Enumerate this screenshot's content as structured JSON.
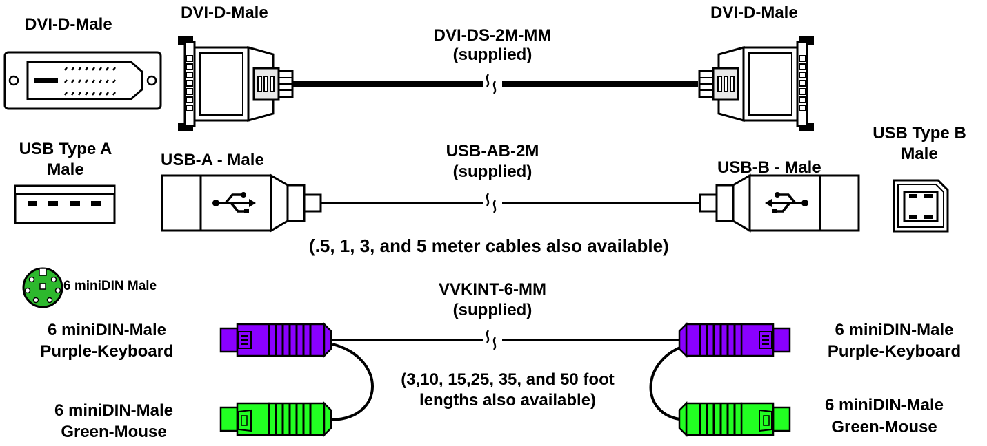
{
  "colors": {
    "background": "#ffffff",
    "line": "#000000",
    "connector_body": "#e8e8e8",
    "keyboard_purple": "#8a00ff",
    "mouse_green": "#22ff22",
    "port_green": "#2db82d"
  },
  "dvi": {
    "port_label": "DVI-D-Male",
    "left_label": "DVI-D-Male",
    "right_label": "DVI-D-Male",
    "cable_name": "DVI-DS-2M-MM",
    "cable_note": "(supplied)"
  },
  "usb": {
    "type_a_label_line1": "USB Type A",
    "type_a_label_line2": "Male",
    "type_b_label_line1": "USB Type B",
    "type_b_label_line2": "Male",
    "left_label": "USB-A - Male",
    "right_label": "USB-B - Male",
    "cable_name": "USB-AB-2M",
    "cable_note": "(supplied)",
    "lengths_note": "(.5, 1,  3, and 5 meter cables also available)"
  },
  "minidin": {
    "port_label": "6 miniDIN Male",
    "cable_name": "VVKINT-6-MM",
    "cable_note": "(supplied)",
    "left_keyboard_line1": "6 miniDIN-Male",
    "left_keyboard_line2": "Purple-Keyboard",
    "left_mouse_line1": "6 miniDIN-Male",
    "left_mouse_line2": "Green-Mouse",
    "right_keyboard_line1": "6 miniDIN-Male",
    "right_keyboard_line2": "Purple-Keyboard",
    "right_mouse_line1": "6 miniDIN-Male",
    "right_mouse_line2": "Green-Mouse",
    "lengths_line1": "(3,10, 15,25, 35, and 50 foot",
    "lengths_line2": "lengths also available)"
  }
}
